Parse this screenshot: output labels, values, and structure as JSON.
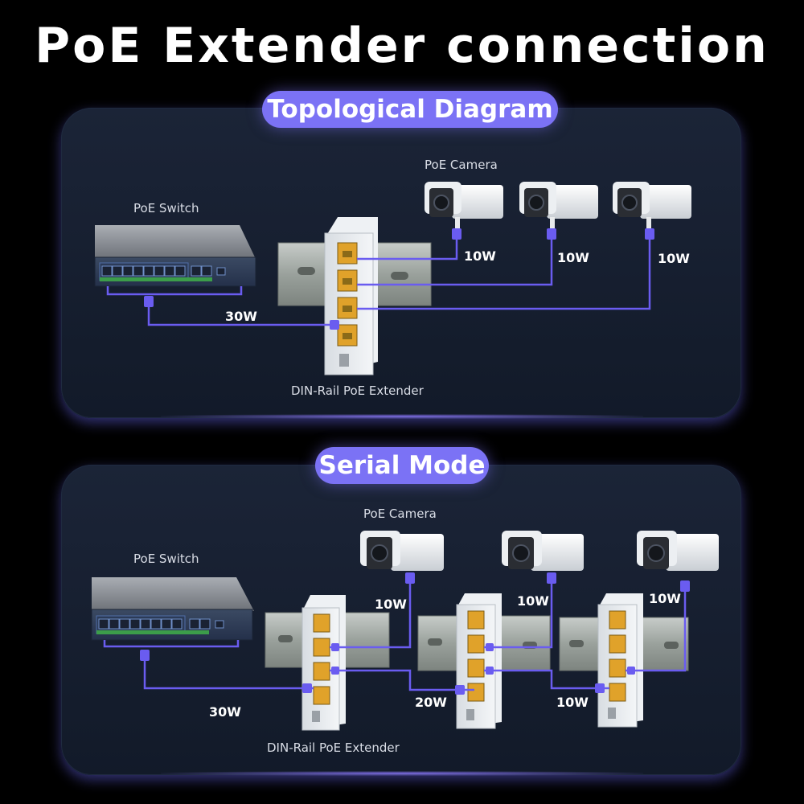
{
  "title": "PoE Extender connection",
  "topology": {
    "badge": "Topological Diagram",
    "switch_label": "PoE Switch",
    "camera_label": "PoE Camera",
    "extender_label": "DIN-Rail PoE Extender",
    "input_power": "30W",
    "camera_power": [
      "10W",
      "10W",
      "10W"
    ]
  },
  "serial": {
    "badge": "Serial Mode",
    "switch_label": "PoE Switch",
    "camera_label": "PoE Camera",
    "extender_label": "DIN-Rail PoE Extender",
    "input_power": "30W",
    "link_power": [
      "20W",
      "10W"
    ],
    "camera_power": [
      "10W",
      "10W",
      "10W"
    ]
  },
  "colors": {
    "background": "#000000",
    "panel": "#172033",
    "badge": "#7b72f5",
    "cable": "#6a5cf0",
    "port": "#e0a22a"
  }
}
